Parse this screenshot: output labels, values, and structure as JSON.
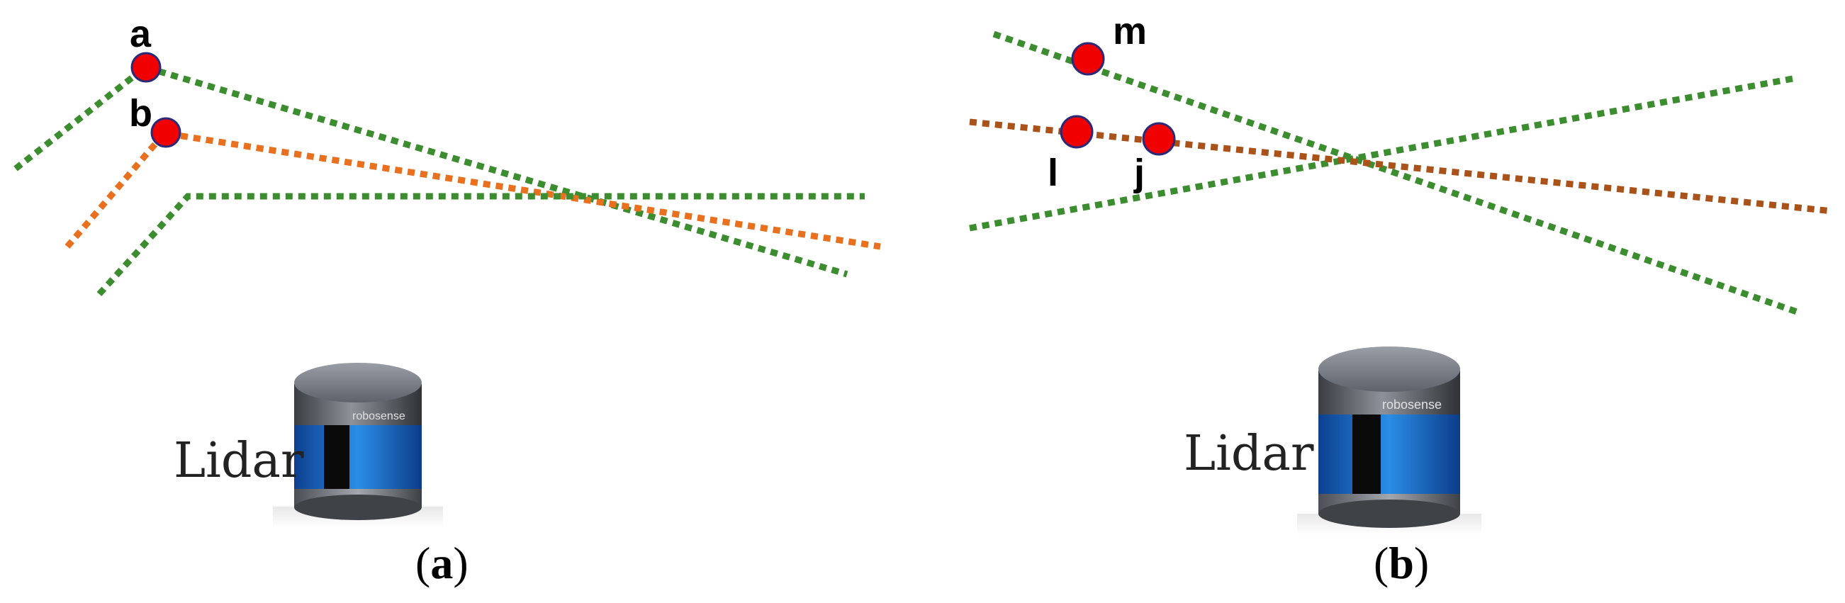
{
  "panel_a": {
    "caption": {
      "open": "(",
      "letter": "a",
      "close": ")"
    },
    "points": [
      "a",
      "b"
    ],
    "lidar_label": "Lidar",
    "brand": "robosense"
  },
  "panel_b": {
    "caption": {
      "open": "(",
      "letter": "b",
      "close": ")"
    },
    "points": [
      "m",
      "l",
      "j"
    ],
    "lidar_label": "Lidar",
    "brand": "robosense"
  },
  "colors": {
    "green_line": "#3c8d2f",
    "orange_line": "#e8701e",
    "brown_line": "#a9531a",
    "point_fill": "#f00000"
  }
}
